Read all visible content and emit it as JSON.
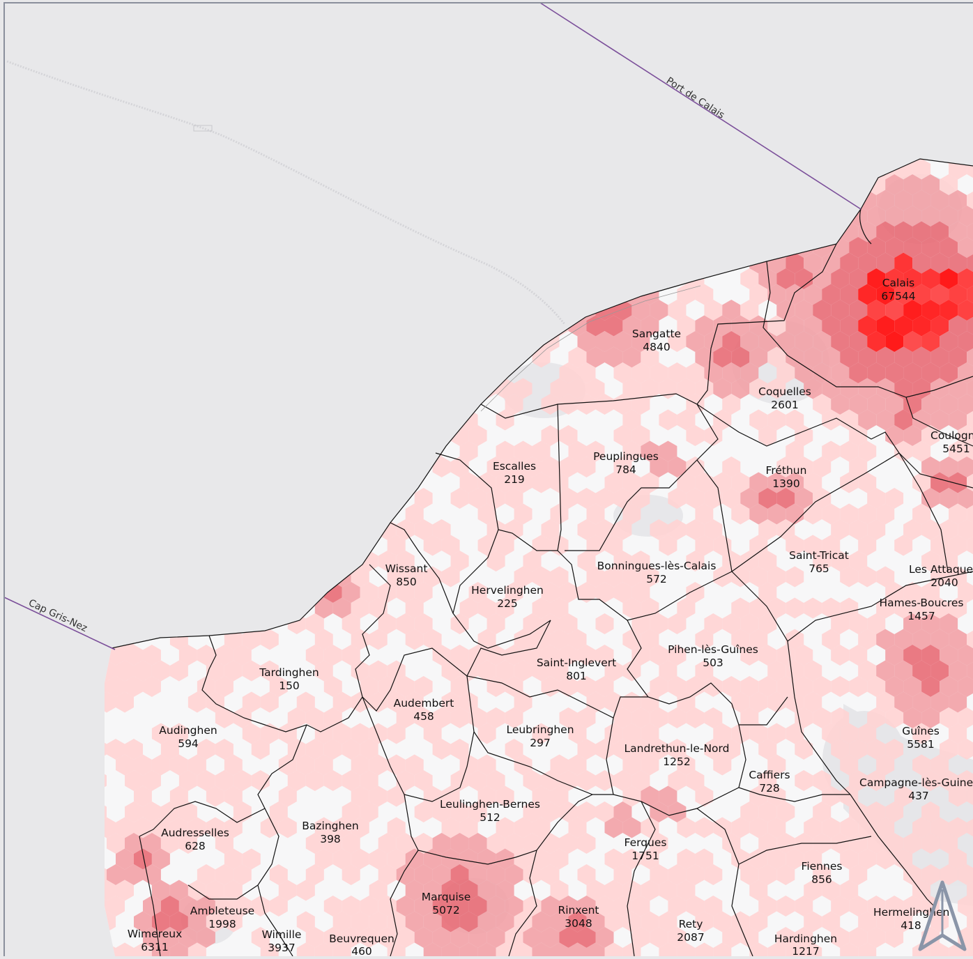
{
  "map": {
    "lines": {
      "port_de_calais": "Port de Calais",
      "cap_gris_nez": "Cap Gris-Nez"
    },
    "colors": {
      "sea": "#e8e8ea",
      "land": "#f7f7f8",
      "border": "#111111",
      "line": "#7b4f9a",
      "hex_low": "#ffd3d3",
      "hex_mid": "#f2a1a6",
      "hex_high": "#e8646e",
      "hex_max": "#ff1a1a"
    },
    "north_arrow_icon": "north-arrow-icon",
    "communes": [
      {
        "name": "Calais",
        "pop": "67544"
      },
      {
        "name": "Sangatte",
        "pop": "4840"
      },
      {
        "name": "Coquelles",
        "pop": "2601"
      },
      {
        "name": "Coulogne",
        "pop": "5451"
      },
      {
        "name": "Escalles",
        "pop": "219"
      },
      {
        "name": "Peuplingues",
        "pop": "784"
      },
      {
        "name": "Fréthun",
        "pop": "1390"
      },
      {
        "name": "Wissant",
        "pop": "850"
      },
      {
        "name": "Hervelinghen",
        "pop": "225"
      },
      {
        "name": "Bonningues-lès-Calais",
        "pop": "572"
      },
      {
        "name": "Saint-Tricat",
        "pop": "765"
      },
      {
        "name": "Les Attaques",
        "pop": "2040"
      },
      {
        "name": "Hames-Boucres",
        "pop": "1457"
      },
      {
        "name": "Tardinghen",
        "pop": "150"
      },
      {
        "name": "Saint-Inglevert",
        "pop": "801"
      },
      {
        "name": "Pihen-lès-Guînes",
        "pop": "503"
      },
      {
        "name": "Audembert",
        "pop": "458"
      },
      {
        "name": "Audinghen",
        "pop": "594"
      },
      {
        "name": "Leubringhen",
        "pop": "297"
      },
      {
        "name": "Landrethun-le-Nord",
        "pop": "1252"
      },
      {
        "name": "Guînes",
        "pop": "5581"
      },
      {
        "name": "Caffiers",
        "pop": "728"
      },
      {
        "name": "Campagne-lès-Guines",
        "pop": "437"
      },
      {
        "name": "Leulinghen-Bernes",
        "pop": "512"
      },
      {
        "name": "Audresselles",
        "pop": "628"
      },
      {
        "name": "Bazinghen",
        "pop": "398"
      },
      {
        "name": "Ferques",
        "pop": "1751"
      },
      {
        "name": "Fiennes",
        "pop": "856"
      },
      {
        "name": "Marquise",
        "pop": "5072"
      },
      {
        "name": "Ambleteuse",
        "pop": "1998"
      },
      {
        "name": "Rinxent",
        "pop": "3048"
      },
      {
        "name": "Hermelinghen",
        "pop": "418"
      },
      {
        "name": "Rety",
        "pop": "2087"
      },
      {
        "name": "Wimereux",
        "pop": "6311"
      },
      {
        "name": "Wimille",
        "pop": "3937"
      },
      {
        "name": "Beuvrequen",
        "pop": "460"
      },
      {
        "name": "Hardinghen",
        "pop": "1217"
      }
    ]
  }
}
